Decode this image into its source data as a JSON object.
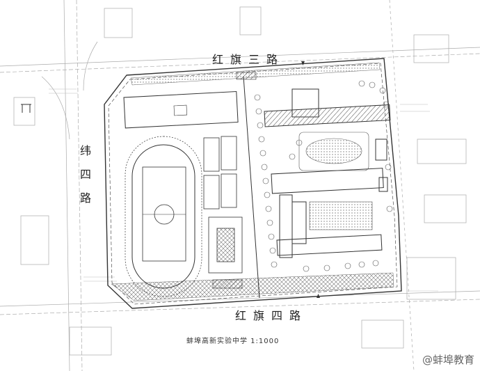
{
  "roads": {
    "north": "红旗三路",
    "south": "红旗四路",
    "west": "纬四路"
  },
  "caption": "蚌埠高新实验中学 1:1000",
  "watermark": "@蚌埠教育",
  "colors": {
    "line": "#333333",
    "faint": "#9a9a9a",
    "hatch": "#555555",
    "background": "#ffffff"
  }
}
